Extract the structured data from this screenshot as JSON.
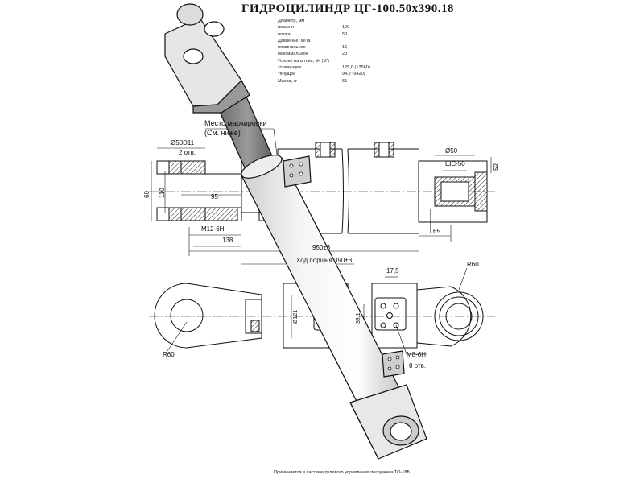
{
  "title": "ГИДРОЦИЛИНДР ЦГ-100.50х390.18",
  "specs": [
    {
      "label": "Диаметр, мм",
      "value": ""
    },
    {
      "label": "поршня",
      "value": "100"
    },
    {
      "label": "штока",
      "value": "50"
    },
    {
      "label": "Давление, МПа",
      "value": ""
    },
    {
      "label": "номинальное",
      "value": "16"
    },
    {
      "label": "максимальное",
      "value": "20"
    },
    {
      "label": "Усилие на штоке, кН (кГ)",
      "value": ""
    },
    {
      "label": "толкающее",
      "value": "125,6 (12560)"
    },
    {
      "label": "тянущее",
      "value": "94,2 (9420)"
    },
    {
      "label": "Масса, кг",
      "value": "65"
    }
  ],
  "callouts": {
    "marking_place_line1": "Место маркировки",
    "marking_place_line2": "(См. ниже)"
  },
  "dimensions": {
    "d50d11": "Ø50D11",
    "holes_2": "2 отв.",
    "d60": "60",
    "d110": "110",
    "d95": "95",
    "m12": "M12-6H",
    "d138": "138",
    "d950": "950±3",
    "stroke": "Ход поршня 390±3",
    "d50": "Ø50",
    "shs50": "ШС-50",
    "d52": "52",
    "d65": "65",
    "d17_5": "17,5",
    "r60_top": "R60",
    "r60_bottom": "R60",
    "d121": "Ø121",
    "d38_1": "38,1",
    "m8": "M8-6H",
    "holes_8": "8 отв."
  },
  "footer": "Применяется в системе рулевого управления погрузчика ТО-18Б"
}
